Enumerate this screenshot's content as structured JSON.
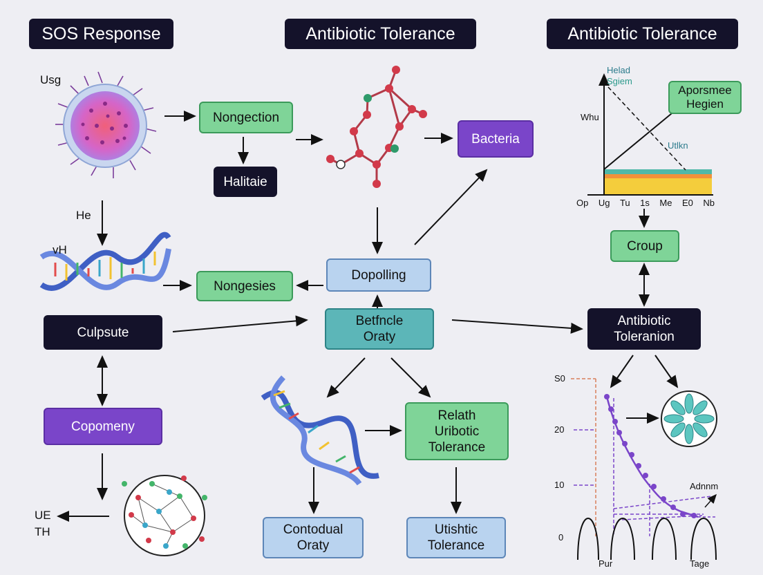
{
  "headers": [
    "SOS Response",
    "Antibiotic Tolerance",
    "Antibiotic Tolerance"
  ],
  "nodes": {
    "nongection": "Nongection",
    "halitaie": "Halitaie",
    "bacteria": "Bacteria",
    "dopolling": "Dopolling",
    "nongesies": "Nongesies",
    "culpsute": "Culpsute",
    "betfncle_line1": "Betfncle",
    "betfncle_line2": "Oraty",
    "copomeny": "Copomeny",
    "relath_line1": "Relath",
    "relath_line2": "Uribotic",
    "relath_line3": "Tolerance",
    "contodual_line1": "Contodual",
    "contodual_line2": "Oraty",
    "utishtic_line1": "Utishtic",
    "utishtic_line2": "Tolerance",
    "aporsmee_line1": "Aporsmee",
    "aporsmee_line2": "Hegien",
    "croup": "Croup",
    "antibiotic_tol_line1": "Antibiotic",
    "antibiotic_tol_line2": "Toleranion"
  },
  "labels": {
    "usg": "Usg",
    "he": "He",
    "vh": "vH",
    "ue": "UE",
    "th": "TH"
  },
  "top_chart": {
    "label_helad": "Helad",
    "label_sgiem": "Sgiem",
    "label_whu": "Whu",
    "label_utlkn": "Utlkn",
    "x_ticks": [
      "Op",
      "Ug",
      "Tu",
      "1s",
      "Me",
      "E0",
      "Nb"
    ]
  },
  "bottom_chart": {
    "y_ticks": [
      "S0",
      "20",
      "10",
      "0"
    ],
    "label_adnnm": "Adnnm",
    "x_label_left": "Pur",
    "x_label_right": "Tage"
  },
  "colors": {
    "dark": "#14122a",
    "green": "#7fd498",
    "purple": "#7a45c9",
    "blue": "#b9d3ef",
    "teal": "#5cb6b8",
    "chart_line": "#7a45c9"
  }
}
